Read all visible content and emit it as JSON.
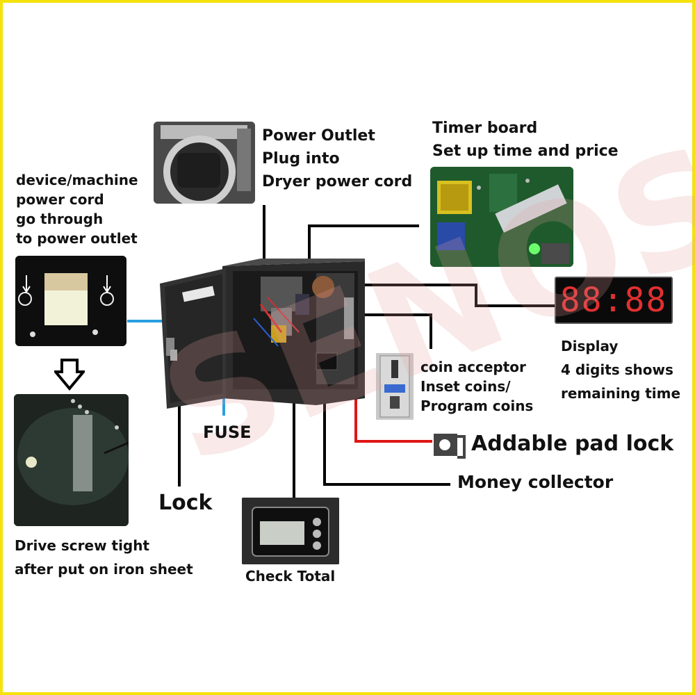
{
  "labels": {
    "power_outlet": [
      "Power Outlet",
      "Plug into",
      "Dryer power cord"
    ],
    "timer_board": [
      "Timer board",
      "Set up time and price"
    ],
    "device_cord": [
      "device/machine",
      "power cord",
      "go through",
      "to power outlet"
    ],
    "display": [
      "Display",
      "4 digits shows",
      "remaining time"
    ],
    "coin_acceptor": [
      "coin acceptor",
      "Inset coins/",
      "Program coins"
    ],
    "fuse": "FUSE",
    "pad_lock": "Addable pad lock",
    "money_collector": "Money collector",
    "lock": "Lock",
    "drive_screw": [
      "Drive screw tight",
      "after put on iron sheet"
    ],
    "check_total": "Check Total"
  },
  "display_digits": "88:88",
  "watermark": "SENOSI",
  "colors": {
    "frame": "#f5e20a",
    "red_line": "#e01515",
    "blue_line": "#2a9fe0",
    "display_digits": "#e03030",
    "watermark": "#e8a0a0"
  }
}
